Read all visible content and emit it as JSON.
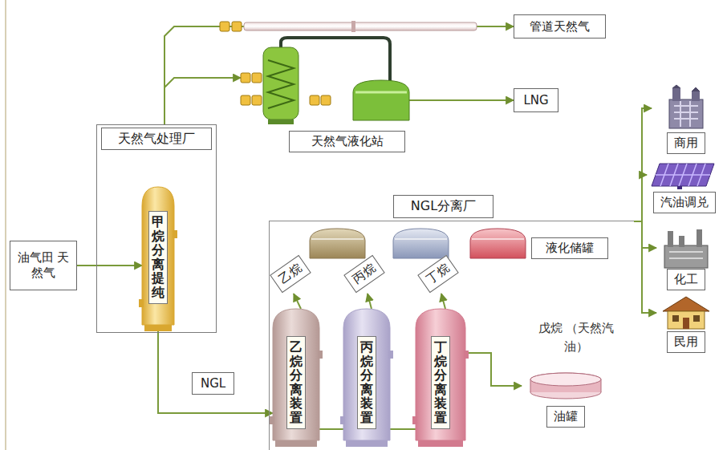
{
  "diagram": {
    "nodes": [
      {
        "text": [
          "油气田 天然气"
        ]
      },
      {
        "text": [
          "天然气处理厂"
        ]
      },
      {
        "text": [
          "甲烷分离提纯"
        ],
        "in": 1
      },
      {
        "text": [
          "管道天然气"
        ]
      },
      {
        "text": [
          "天然气液化站"
        ]
      },
      {
        "text": [
          "LNG"
        ]
      },
      {
        "text": [
          "NGL分离厂"
        ]
      },
      {
        "text": [
          "液化储罐"
        ],
        "in": 6
      },
      {
        "text": [
          "乙烷"
        ],
        "in": 6
      },
      {
        "text": [
          "丙烷"
        ],
        "in": 6
      },
      {
        "text": [
          "丁烷"
        ],
        "in": 6
      },
      {
        "text": [
          "乙烷分离装置"
        ],
        "in": 6
      },
      {
        "text": [
          "丙烷分离装置"
        ],
        "in": 6
      },
      {
        "text": [
          "丁烷分离装置"
        ],
        "in": 6
      },
      {
        "text": [
          "油罐"
        ],
        "in": 6
      },
      {
        "text": [
          "商用"
        ]
      },
      {
        "text": [
          "汽油调兑"
        ]
      },
      {
        "text": [
          "化工"
        ]
      },
      {
        "text": [
          "民用"
        ]
      }
    ],
    "edges": [
      {
        "from": 0,
        "to": 2,
        "arrow": "to"
      },
      {
        "from": 1,
        "to": 3,
        "arrow": "to"
      },
      {
        "from": 1,
        "to": 4,
        "arrow": "to"
      },
      {
        "from": 4,
        "to": 5,
        "arrow": "to"
      },
      {
        "from": 2,
        "to": 11,
        "label": "NGL",
        "arrow": "to"
      },
      {
        "from": 11,
        "to": 12,
        "arrow": "none"
      },
      {
        "from": 12,
        "to": 13,
        "arrow": "none"
      },
      {
        "from": 11,
        "to": 8,
        "arrow": "to"
      },
      {
        "from": 12,
        "to": 9,
        "arrow": "to"
      },
      {
        "from": 13,
        "to": 10,
        "arrow": "to"
      },
      {
        "from": 13,
        "to": 14,
        "arrow": "to"
      },
      {
        "from": 6,
        "to": 15,
        "arrow": "to"
      },
      {
        "from": 6,
        "to": 16,
        "arrow": "to"
      },
      {
        "from": 6,
        "to": 17,
        "arrow": "to"
      },
      {
        "from": 6,
        "to": 18,
        "arrow": "to"
      }
    ],
    "labels": [
      "戊烷 （天然汽油）"
    ]
  }
}
